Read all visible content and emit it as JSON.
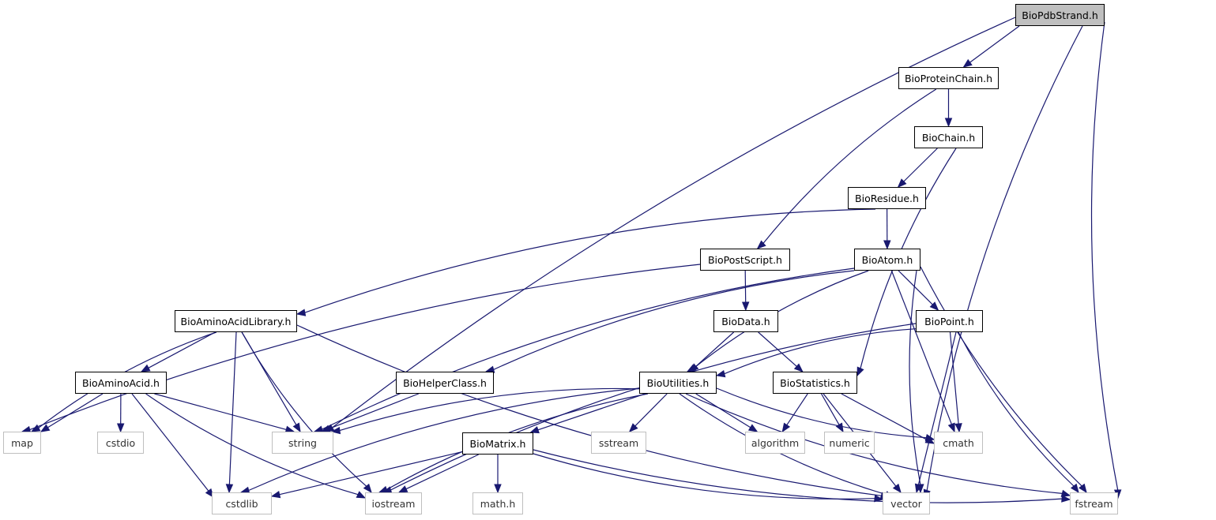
{
  "diagram": {
    "root": "BioPdbStrand.h",
    "nodes": {
      "bpdbs": {
        "label": "BioPdbStrand.h",
        "kind": "root"
      },
      "bpc": {
        "label": "BioProteinChain.h",
        "kind": "local"
      },
      "bch": {
        "label": "BioChain.h",
        "kind": "local"
      },
      "bres": {
        "label": "BioResidue.h",
        "kind": "local"
      },
      "bps": {
        "label": "BioPostScript.h",
        "kind": "local"
      },
      "bat": {
        "label": "BioAtom.h",
        "kind": "local"
      },
      "baal": {
        "label": "BioAminoAcidLibrary.h",
        "kind": "local"
      },
      "bdat": {
        "label": "BioData.h",
        "kind": "local"
      },
      "bpt": {
        "label": "BioPoint.h",
        "kind": "local"
      },
      "baa": {
        "label": "BioAminoAcid.h",
        "kind": "local"
      },
      "bhc": {
        "label": "BioHelperClass.h",
        "kind": "local"
      },
      "but": {
        "label": "BioUtilities.h",
        "kind": "local"
      },
      "bst": {
        "label": "BioStatistics.h",
        "kind": "local"
      },
      "bmx": {
        "label": "BioMatrix.h",
        "kind": "local"
      },
      "map": {
        "label": "map",
        "kind": "system"
      },
      "cstdio": {
        "label": "cstdio",
        "kind": "system"
      },
      "string": {
        "label": "string",
        "kind": "system"
      },
      "sstream": {
        "label": "sstream",
        "kind": "system"
      },
      "algorithm": {
        "label": "algorithm",
        "kind": "system"
      },
      "numeric": {
        "label": "numeric",
        "kind": "system"
      },
      "cmath": {
        "label": "cmath",
        "kind": "system"
      },
      "cstdlib": {
        "label": "cstdlib",
        "kind": "system"
      },
      "iostream": {
        "label": "iostream",
        "kind": "system"
      },
      "mathh": {
        "label": "math.h",
        "kind": "system"
      },
      "vector": {
        "label": "vector",
        "kind": "system"
      },
      "fstream": {
        "label": "fstream",
        "kind": "system"
      }
    },
    "edges": [
      [
        "bpdbs",
        "bpc"
      ],
      [
        "bpdbs",
        "string"
      ],
      [
        "bpdbs",
        "vector"
      ],
      [
        "bpdbs",
        "fstream"
      ],
      [
        "bpc",
        "bch"
      ],
      [
        "bpc",
        "bps"
      ],
      [
        "bch",
        "bres"
      ],
      [
        "bch",
        "bst"
      ],
      [
        "bres",
        "bat"
      ],
      [
        "bres",
        "baal"
      ],
      [
        "bps",
        "bdat"
      ],
      [
        "bps",
        "map"
      ],
      [
        "bat",
        "bpt"
      ],
      [
        "bat",
        "but"
      ],
      [
        "bat",
        "bhc"
      ],
      [
        "bat",
        "string"
      ],
      [
        "bat",
        "cmath"
      ],
      [
        "bat",
        "vector"
      ],
      [
        "bat",
        "fstream"
      ],
      [
        "baal",
        "baa"
      ],
      [
        "baal",
        "map"
      ],
      [
        "baal",
        "string"
      ],
      [
        "baal",
        "cstdlib"
      ],
      [
        "baal",
        "iostream"
      ],
      [
        "baal",
        "vector"
      ],
      [
        "bdat",
        "but"
      ],
      [
        "bdat",
        "bst"
      ],
      [
        "bpt",
        "but"
      ],
      [
        "bpt",
        "cmath"
      ],
      [
        "bpt",
        "vector"
      ],
      [
        "bpt",
        "fstream"
      ],
      [
        "bpt",
        "iostream"
      ],
      [
        "baa",
        "map"
      ],
      [
        "baa",
        "cstdio"
      ],
      [
        "baa",
        "string"
      ],
      [
        "baa",
        "cstdlib"
      ],
      [
        "baa",
        "iostream"
      ],
      [
        "bhc",
        "string"
      ],
      [
        "but",
        "bmx"
      ],
      [
        "but",
        "string"
      ],
      [
        "but",
        "sstream"
      ],
      [
        "but",
        "algorithm"
      ],
      [
        "but",
        "cmath"
      ],
      [
        "but",
        "cstdlib"
      ],
      [
        "but",
        "iostream"
      ],
      [
        "but",
        "vector"
      ],
      [
        "but",
        "fstream"
      ],
      [
        "bst",
        "algorithm"
      ],
      [
        "bst",
        "numeric"
      ],
      [
        "bst",
        "cmath"
      ],
      [
        "bst",
        "vector"
      ],
      [
        "bmx",
        "cstdlib"
      ],
      [
        "bmx",
        "iostream"
      ],
      [
        "bmx",
        "mathh"
      ],
      [
        "bmx",
        "vector"
      ],
      [
        "bmx",
        "fstream"
      ]
    ]
  }
}
